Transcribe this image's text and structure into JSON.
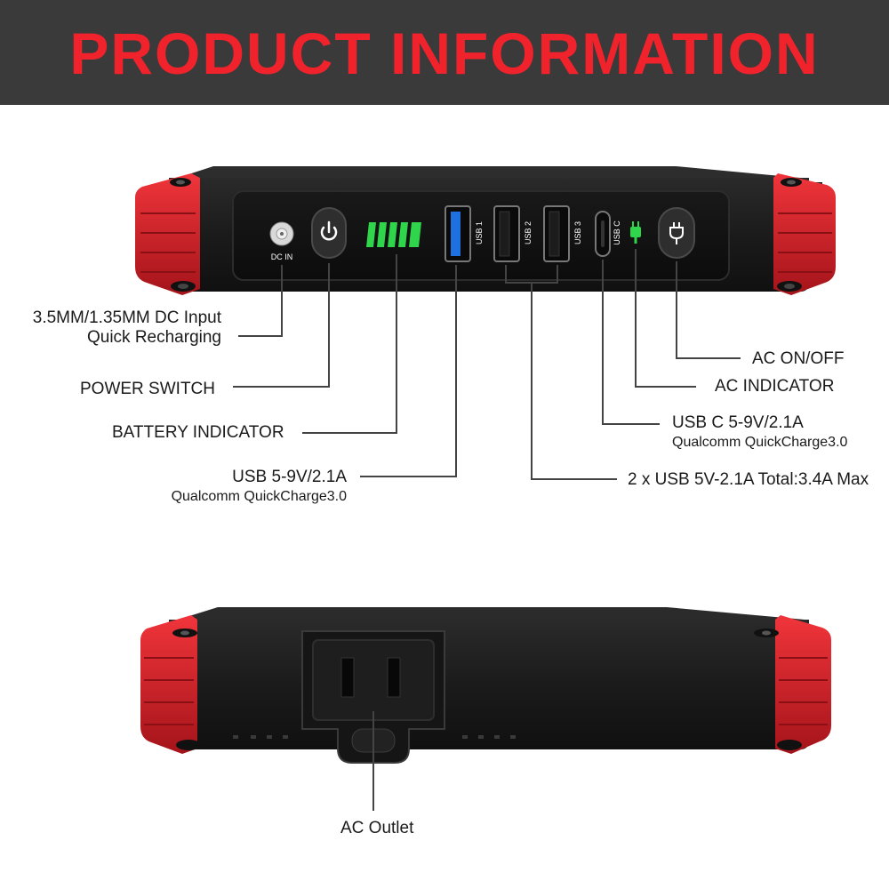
{
  "banner": {
    "title": "PRODUCT INFORMATION"
  },
  "device_front": {
    "port_labels": {
      "dc_in": "DC IN",
      "usb1": "USB 1",
      "usb2": "USB 2",
      "usb3": "USB 3",
      "usbc": "USB C"
    },
    "callouts": {
      "dc_input_line1": "3.5MM/1.35MM DC Input",
      "dc_input_line2": "Quick Recharging",
      "power_switch": "POWER SWITCH",
      "battery_indicator": "BATTERY INDICATOR",
      "usb1_line1": "USB 5-9V/2.1A",
      "usb1_line2": "Qualcomm QuickCharge3.0",
      "ac_onoff": "AC ON/OFF",
      "ac_indicator": "AC INDICATOR",
      "usbc_line1": "USB C 5-9V/2.1A",
      "usbc_line2": "Qualcomm QuickCharge3.0",
      "usb23": "2 x USB 5V-2.1A Total:3.4A Max"
    }
  },
  "device_back": {
    "callouts": {
      "ac_outlet": "AC Outlet"
    }
  },
  "colors": {
    "banner_bg": "#3a3a3a",
    "banner_text": "#f0232c",
    "device_body": "#1f1f1f",
    "bumper_red": "#d81f26",
    "indicator_green": "#2fd54a",
    "usb_qc_blue": "#1e6fe0"
  },
  "icons": [
    "power-icon",
    "plug-icon",
    "battery-bars-icon"
  ]
}
